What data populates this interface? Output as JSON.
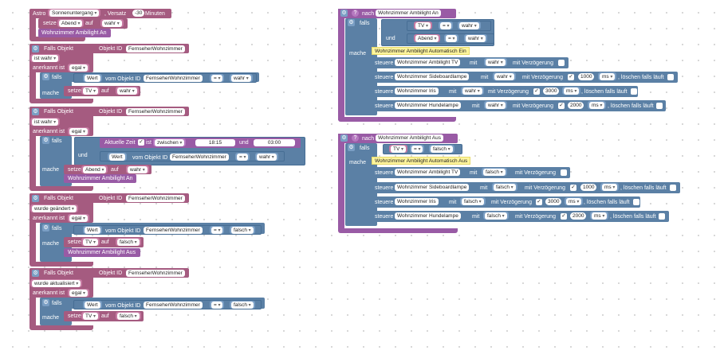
{
  "colors": {
    "event": "#a55b80",
    "logic": "#5b80a5",
    "control": "#995ba5",
    "note": "#fff59d"
  },
  "w": {
    "astro": "Astro",
    "sunset": "Sonnenuntergang",
    "versatz": ", Versatz",
    "offset": "-30",
    "minuten": "Minuten",
    "setze": "setze",
    "abend": "Abend",
    "auf": "auf",
    "wahr": "wahr",
    "falsch": "falsch",
    "wohnzimmer_an": "Wohnzimmer Ambilight An",
    "wohnzimmer_aus": "Wohnzimmer Ambilight Aus",
    "falls_objekt": "Falls Objekt",
    "objekt_id": "Objekt ID",
    "fernseher": "FernseherWohnzimmer",
    "ist_wahr": "ist wahr",
    "anerkannt": "anerkannt ist",
    "egal": "egal",
    "falls": "falls",
    "mache": "mache",
    "wert": "Wert",
    "vom_objekt": "vom Objekt ID",
    "eq": "=",
    "tv": "TV",
    "aktuelle_zeit": "Aktuelle Zeit",
    "ist": "ist",
    "zwischen": "zwischen",
    "t1": "18:15",
    "und": "und",
    "t2": "03:00",
    "geaendert": "wurde geändert",
    "aktualisiert": "wurde aktualisiert",
    "nach": "nach",
    "auto_ein": "Wohnzimmer Ambilight Automatisch Ein",
    "auto_aus": "Wohnzimmer Ambilight Automatisch Aus",
    "steuere": "steuere",
    "mit": "mit",
    "mit_verz": "mit Verzögerung",
    "ms": "ms",
    "loeschen": ", löschen falls läuft",
    "dev_tv": "Wohnzimmer Ambilight TV",
    "dev_side": "Wohnzimmer Sideboardlampe",
    "dev_iris": "Wohnzimmer Iris",
    "dev_hunde": "Wohnzimmer Hundelampe",
    "d1000": "1000",
    "d3000": "3000",
    "d2000": "2000"
  }
}
